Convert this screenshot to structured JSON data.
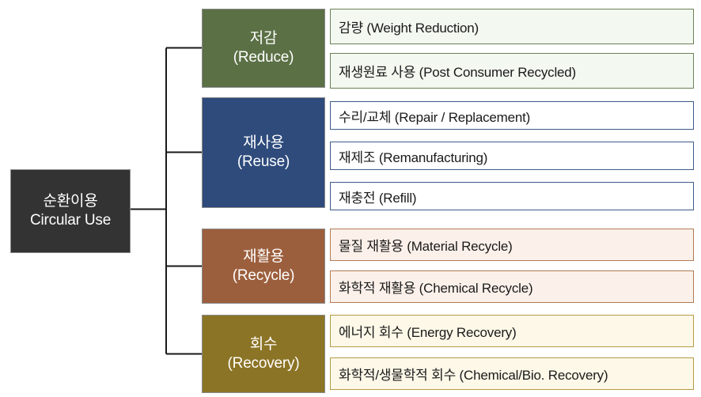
{
  "diagram": {
    "title_root": {
      "line_ko": "순환이용",
      "line_en": "Circular Use",
      "fill": "#333333",
      "text_color": "#ffffff"
    },
    "branches": [
      {
        "id": "reduce",
        "line_ko": "저감",
        "line_en": "(Reduce)",
        "fill": "#5b7045",
        "border": "#8a8a8a",
        "leaf_fill": "#f3f8f0",
        "leaf_border": "#6b8055",
        "items": [
          {
            "label": "감량 (Weight Reduction)"
          },
          {
            "label": "재생원료 사용 (Post Consumer Recycled)"
          }
        ]
      },
      {
        "id": "reuse",
        "line_ko": "재사용",
        "line_en": "(Reuse)",
        "fill": "#2e4b7c",
        "border": "#8a8a8a",
        "leaf_fill": "#ffffff",
        "leaf_border": "#3c5a8a",
        "items": [
          {
            "label": "수리/교체 (Repair / Replacement)"
          },
          {
            "label": "재제조 (Remanufacturing)"
          },
          {
            "label": "재충전 (Refill)"
          }
        ]
      },
      {
        "id": "recycle",
        "line_ko": "재활용",
        "line_en": "(Recycle)",
        "fill": "#9c5f3d",
        "border": "#8a8a8a",
        "leaf_fill": "#fcf1ea",
        "leaf_border": "#b07a54",
        "items": [
          {
            "label": "물질 재활용 (Material Recycle)"
          },
          {
            "label": "화학적 재활용 (Chemical Recycle)"
          }
        ]
      },
      {
        "id": "recovery",
        "line_ko": "회수",
        "line_en": "(Recovery)",
        "fill": "#8c7426",
        "border": "#8a8a8a",
        "leaf_fill": "#fdf8e8",
        "leaf_border": "#b59a45",
        "items": [
          {
            "label": "에너지 회수 (Energy Recovery)"
          },
          {
            "label": "화학적/생물학적 회수 (Chemical/Bio. Recovery)"
          }
        ]
      }
    ],
    "connector_color": "#1a1a1a"
  }
}
